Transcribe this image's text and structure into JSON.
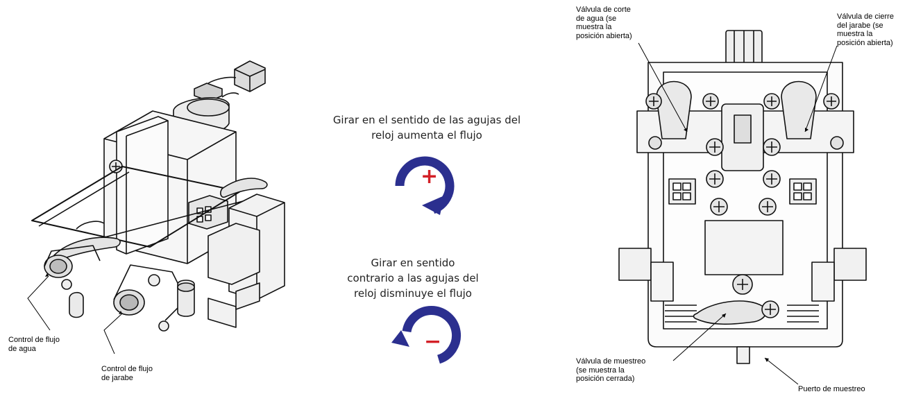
{
  "left_labels": {
    "water_flow_control": "Control de flujo\nde agua",
    "syrup_flow_control": "Control de flujo\nde jarabe"
  },
  "center": {
    "clockwise_text": "Girar en el sentido de las agujas del\nreloj aumenta el flujo",
    "counterclockwise_text": "Girar en sentido\ncontrario a las agujas del\nreloj disminuye el flujo",
    "plus_symbol": "+",
    "minus_symbol": "−",
    "arrow_color": "#2b2f8f",
    "symbol_color": "#d32027"
  },
  "right_labels": {
    "water_shutoff_valve": "Válvula de corte\nde agua (se\nmuestra la\nposición abierta)",
    "syrup_shutoff_valve": "Válvula de cierre\ndel jarabe (se\nmuestra la\nposición abierta)",
    "sampling_valve": "Válvula de muestreo\n(se muestra la\nposición cerrada)",
    "sampling_port": "Puerto de muestreo"
  }
}
